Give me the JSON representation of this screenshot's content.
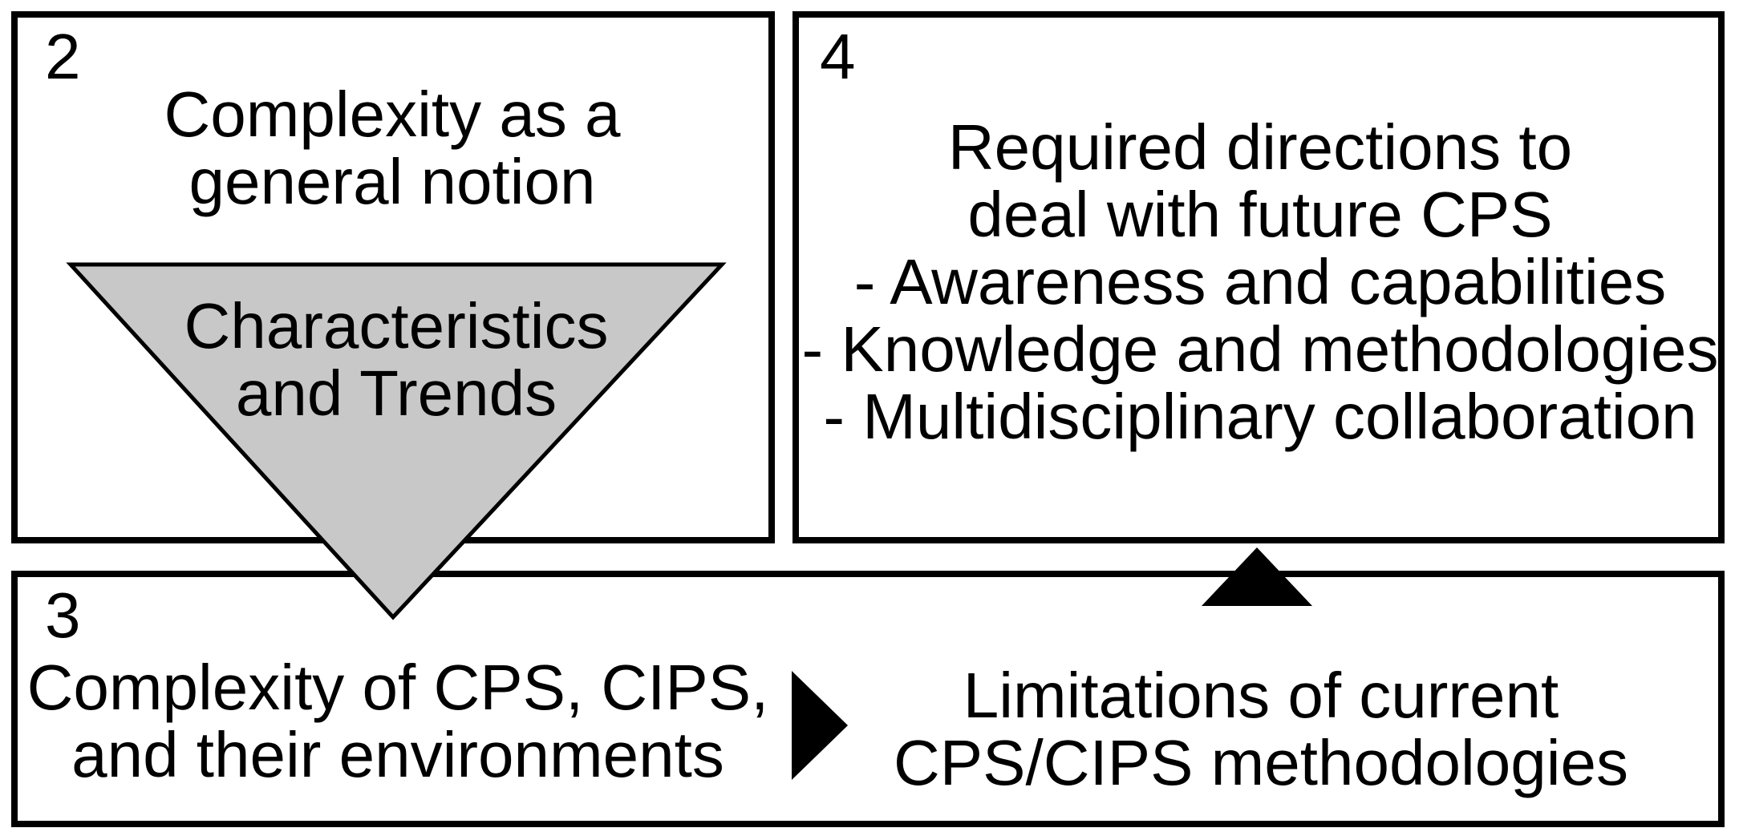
{
  "figure": {
    "section2": {
      "number": "2",
      "lines": [
        "Complexity as a",
        "general notion"
      ]
    },
    "funnel": {
      "lines": [
        "Characteristics",
        "and Trends"
      ]
    },
    "section4": {
      "number": "4",
      "lines": [
        "Required directions to",
        "deal with future CPS",
        "- Awareness and capabilities",
        "- Knowledge and methodologies",
        "- Multidisciplinary collaboration"
      ]
    },
    "section3": {
      "number": "3",
      "left_lines": [
        "Complexity of CPS, CIPS,",
        "and their environments"
      ],
      "right_lines": [
        "Limitations of current",
        "CPS/CIPS methodologies"
      ]
    }
  },
  "colors": {
    "background": "#ffffff",
    "border": "#000000",
    "text": "#000000",
    "funnel_fill": "#c8c8c8",
    "funnel_stroke": "#000000",
    "arrow_fill": "#000000"
  }
}
